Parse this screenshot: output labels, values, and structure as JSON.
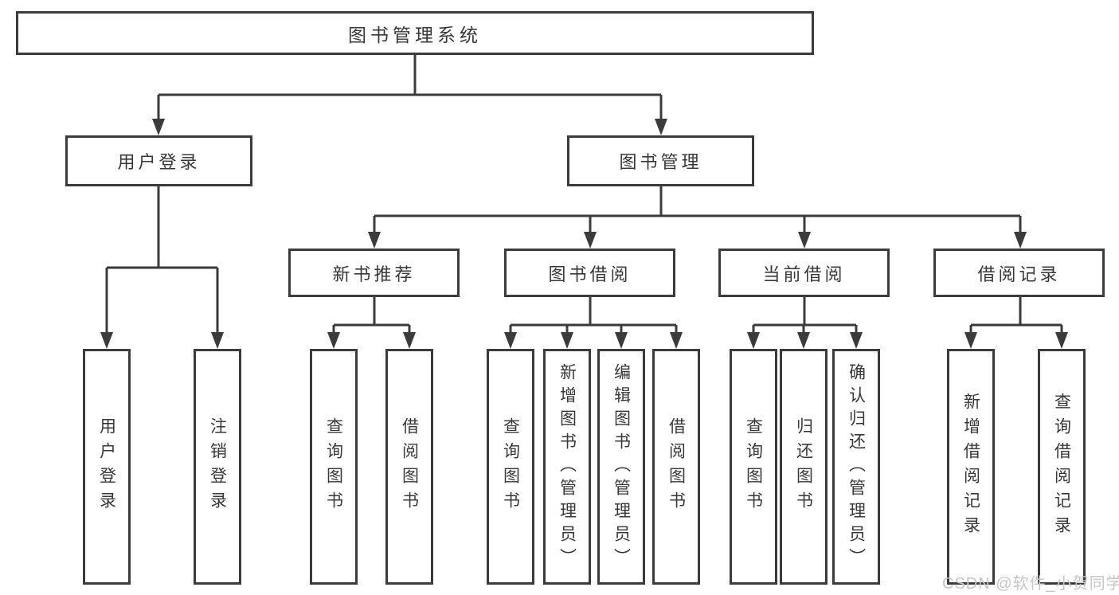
{
  "diagram": {
    "title": "图书管理系统",
    "level2": {
      "user_login": "用户登录",
      "book_mgmt": "图书管理"
    },
    "level3": {
      "new_book": "新书推荐",
      "book_borrow": "图书借阅",
      "current_borrow": "当前借阅",
      "borrow_records": "借阅记录"
    },
    "leaves": {
      "user_login": [
        "用户登录",
        "注销登录"
      ],
      "new_book": [
        "查询图书",
        "借阅图书"
      ],
      "book_borrow": [
        "查询图书",
        "新增图书（管理员）",
        "编辑图书（管理员）",
        "借阅图书"
      ],
      "current_borrow": [
        "查询图书",
        "归还图书",
        "确认归还（管理员）"
      ],
      "borrow_records": [
        "新增借阅记录",
        "查询借阅记录"
      ]
    },
    "colors": {
      "line": "#3b3b3b",
      "text": "#383838",
      "box_background": "#ffffff",
      "watermark": "#c6c6c6"
    }
  },
  "watermark": {
    "text": "CSDN @软件_小贺同学"
  }
}
